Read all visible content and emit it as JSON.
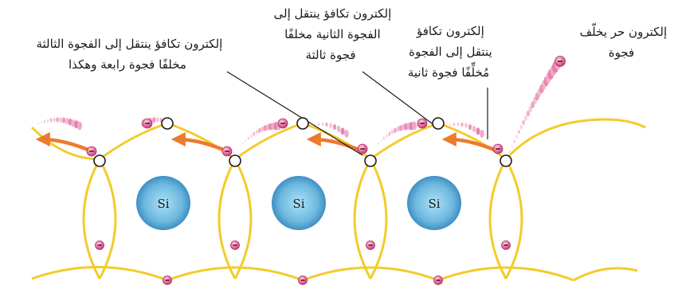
{
  "atom_label": "Si",
  "labels": {
    "free_electron": [
      "إلكترون حر يخلّف",
      "فجوة"
    ],
    "first_valence": [
      "إلكترون تكافؤ",
      "ينتقل إلى الفجوة",
      "مُخلِّفًا فجوة ثانية"
    ],
    "second_valence": [
      "إلكترون تكافؤ ينتقل إلى",
      "الفجوة الثانية مخلفًا",
      "فجوة ثالثة"
    ],
    "third_valence": [
      "إلكترون تكافؤ ينتقل إلى الفجوة الثالثة",
      "مخلفًا فجوة رابعة وهكذا"
    ]
  },
  "colors": {
    "bond": "#f2cc2a",
    "electron": "#d94f86",
    "arrow": "#ee7a2c",
    "atom_outer": "#3f8fc2",
    "atom_inner": "#a7dcf3",
    "pointer": "#1a1a1a"
  }
}
